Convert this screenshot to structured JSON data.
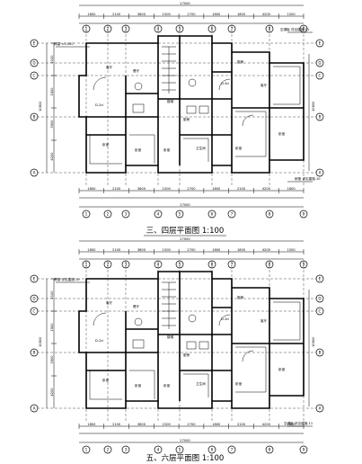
{
  "plans": [
    {
      "id": "upper",
      "title": "三、四层平面图 1:100",
      "overall_dim": "27000",
      "overall_dim_bottom": "27000",
      "height_dim": "10800",
      "top_dims": [
        "1800",
        "2100",
        "3600",
        "1500",
        "2700",
        "1800",
        "1800",
        "4200",
        "1500"
      ],
      "bottom_dims": [
        "1800",
        "2100",
        "3600",
        "1500",
        "2700",
        "1800",
        "2100",
        "4200",
        "1800"
      ],
      "left_dims": [
        "2100",
        "1500",
        "3900",
        "4200"
      ],
      "rooms": [
        "卧室",
        "卧室",
        "客厅",
        "D-2d",
        "D-3d",
        "卧室",
        "厨房",
        "卫生间",
        "厨房",
        "卧室",
        "卧室",
        "餐厅",
        "客厅"
      ],
      "notes": [
        "标高 ±0.000",
        "雨篷 详见建施-10",
        "空调板 详见建施-11",
        "楼梯"
      ],
      "axis_top": [
        "1",
        "2",
        "3",
        "4",
        "5",
        "6",
        "7",
        "8",
        "9"
      ],
      "axis_bottom": [
        "1",
        "2",
        "3",
        "4",
        "5",
        "6",
        "7",
        "8",
        "9"
      ],
      "axis_side": [
        "A",
        "B",
        "C",
        "D",
        "E"
      ]
    },
    {
      "id": "lower",
      "title": "五、六层平面图 1:100",
      "overall_dim": "27000",
      "overall_dim_bottom": "27000",
      "height_dim": "10800",
      "top_dims": [
        "1800",
        "2100",
        "3600",
        "1500",
        "2700",
        "1800",
        "1800",
        "4200",
        "1500"
      ],
      "bottom_dims": [
        "1800",
        "2100",
        "3600",
        "1500",
        "2700",
        "1800",
        "2100",
        "4200",
        "1800"
      ],
      "left_dims": [
        "2100",
        "1500",
        "3900",
        "4200"
      ],
      "rooms": [
        "卧室",
        "卧室",
        "客厅",
        "D-2d",
        "D-3d",
        "卧室",
        "厨房",
        "卫生间",
        "厨房",
        "卧室",
        "卧室",
        "餐厅",
        "客厅"
      ],
      "notes": [
        "雨篷 详见建施-10",
        "空调板 详见建施-11",
        "楼梯"
      ],
      "axis_top": [
        "1",
        "2",
        "3",
        "4",
        "5",
        "6",
        "7",
        "8",
        "9"
      ],
      "axis_bottom": [
        "1",
        "2",
        "3",
        "4",
        "5",
        "6",
        "7",
        "8",
        "9"
      ],
      "axis_side": [
        "A",
        "B",
        "C",
        "D",
        "E"
      ]
    }
  ]
}
